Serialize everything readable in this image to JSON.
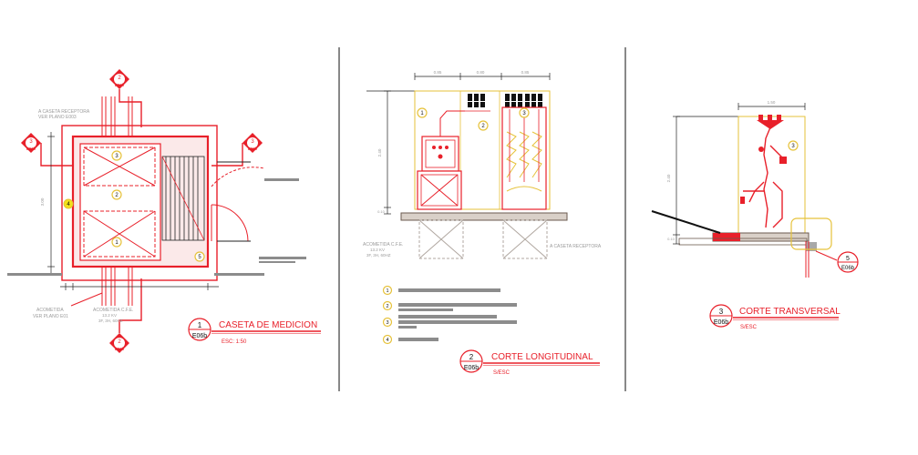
{
  "panels": [
    {
      "title": "CASETA DE MEDICION",
      "number": "1",
      "sheet": "E06b",
      "scale": "ESC: 1:50",
      "labels": {
        "receptora": "A CASETA RECEPTORA",
        "receptora_ref": "VER PLANO E003",
        "acometida": "ACOMETIDA",
        "acometida_ref": "VER PLANO E01",
        "acometida_cfe": "ACOMETIDA C.F.E.",
        "acometida_cfe_2": "13.2 KV",
        "acometida_cfe_3": "3F, 3H, 60HZ",
        "dim_side": "3.00"
      },
      "markers": [
        {
          "num": "1",
          "sheet": "E06b"
        },
        {
          "num": "2",
          "sheet": "E06b"
        },
        {
          "num": "3",
          "sheet": "E06b"
        }
      ],
      "zones": [
        "3",
        "2",
        "1"
      ],
      "item4": "4",
      "item5": "5"
    },
    {
      "title": "CORTE LONGITUDINAL",
      "number": "2",
      "sheet": "E06b",
      "scale": "S/ESC",
      "labels": {
        "acometida_cfe": "ACOMETIDA C.F.E.",
        "acometida_cfe_2": "13.2 KV",
        "acometida_cfe_3": "3F, 3H, 60HZ",
        "receptora": "A CASETA RECEPTORA",
        "dim_top_1": "0.85",
        "dim_top_2": "0.80",
        "dim_top_3": "0.85",
        "dim_side": "2.40",
        "dim_base": "0.10"
      },
      "zones": [
        "1",
        "2",
        "3"
      ],
      "legend": [
        "1",
        "2",
        "3",
        "4"
      ]
    },
    {
      "title": "CORTE TRANSVERSAL",
      "number": "3",
      "sheet": "E06b",
      "scale": "S/ESC",
      "labels": {
        "dim_top": "1.50",
        "dim_side": "2.40",
        "dim_base": "0.10"
      },
      "zones": [
        "3"
      ],
      "detail": {
        "num": "5",
        "sheet": "E06b"
      }
    }
  ],
  "colors": {
    "line_red": "#e8202a",
    "line_yellow": "#e6c23a",
    "line_gray": "#8c8c8c",
    "callout_yellow": "#f2e21a"
  }
}
